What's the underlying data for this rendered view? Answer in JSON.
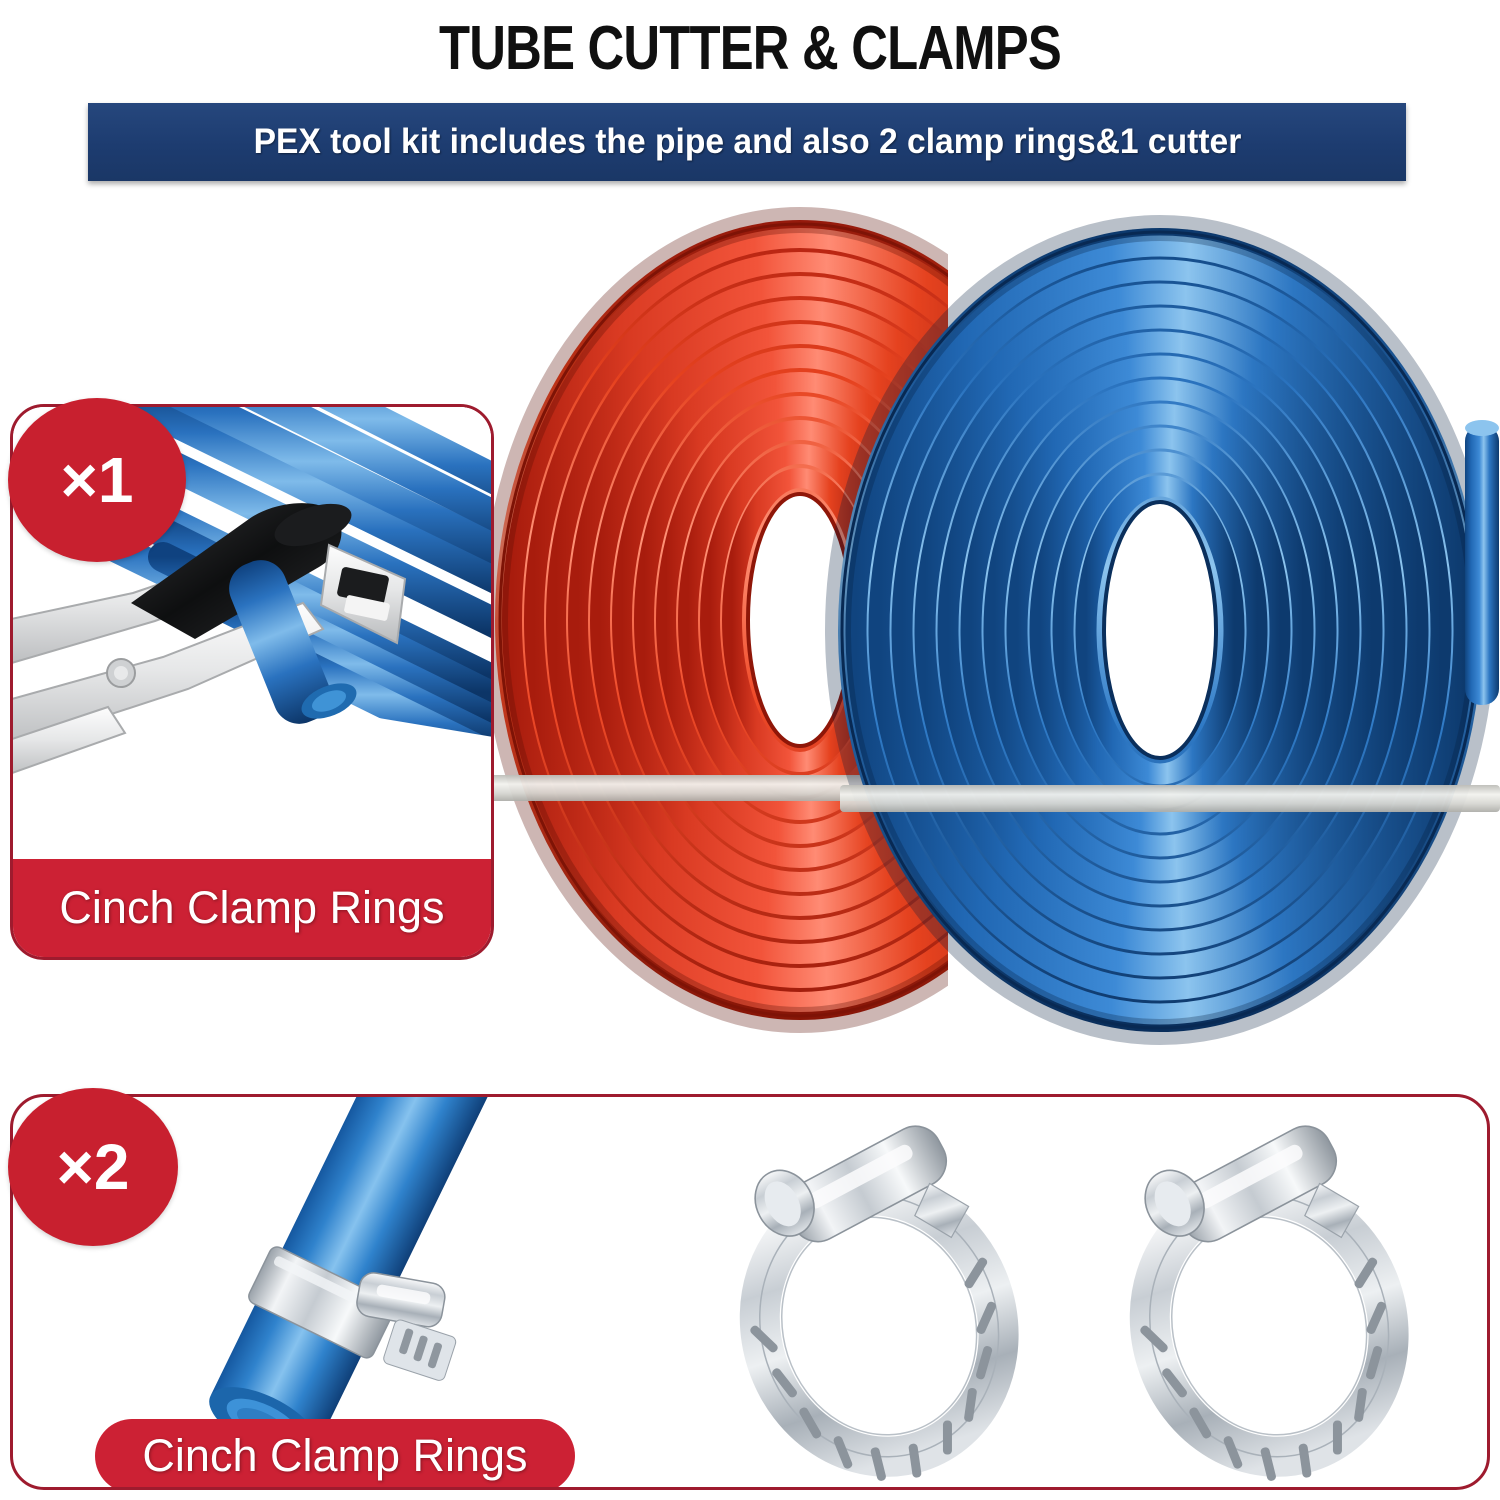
{
  "header": {
    "title": "TUBE CUTTER & CLAMPS",
    "subtitle": "PEX tool kit includes the pipe and also 2 clamp rings&1 cutter"
  },
  "colors": {
    "title_text": "#101010",
    "banner_bg": "#1d3c70",
    "banner_text": "#ffffff",
    "badge_bg": "#c8202f",
    "label_bg": "#cc2134",
    "panel_border": "#9e1b2e",
    "pipe_red": "#e8452c",
    "pipe_blue": "#2f7fc9",
    "clamp_metal": "#c9ced3",
    "page_bg": "#ffffff"
  },
  "panels": [
    {
      "id": "cutter-panel",
      "badge": "×1",
      "badge_icon": "count-badge-icon",
      "label": "Cinch Clamp Rings",
      "photo_alt": "pex-tube-cutter-cutting-blue-pipe-photo",
      "items": [
        "tube-cutter-tool",
        "blue-pex-pipe-coil"
      ]
    },
    {
      "id": "clamps-panel",
      "badge": "×2",
      "badge_icon": "count-badge-icon",
      "label": "Cinch Clamp Rings",
      "photo_alt": "blue-pipe-with-stainless-hose-clamp-and-two-loose-clamps",
      "items": [
        "blue-pex-pipe-with-clamp",
        "hose-clamp-1",
        "hose-clamp-2"
      ]
    }
  ],
  "main_photo": {
    "alt": "red-and-blue-pex-pipe-coils",
    "coils": [
      {
        "name": "red-pex-coil",
        "color": "#e8452c",
        "strap": "white-strap"
      },
      {
        "name": "blue-pex-coil",
        "color": "#2f7fc9",
        "strap": "white-strap"
      }
    ]
  }
}
